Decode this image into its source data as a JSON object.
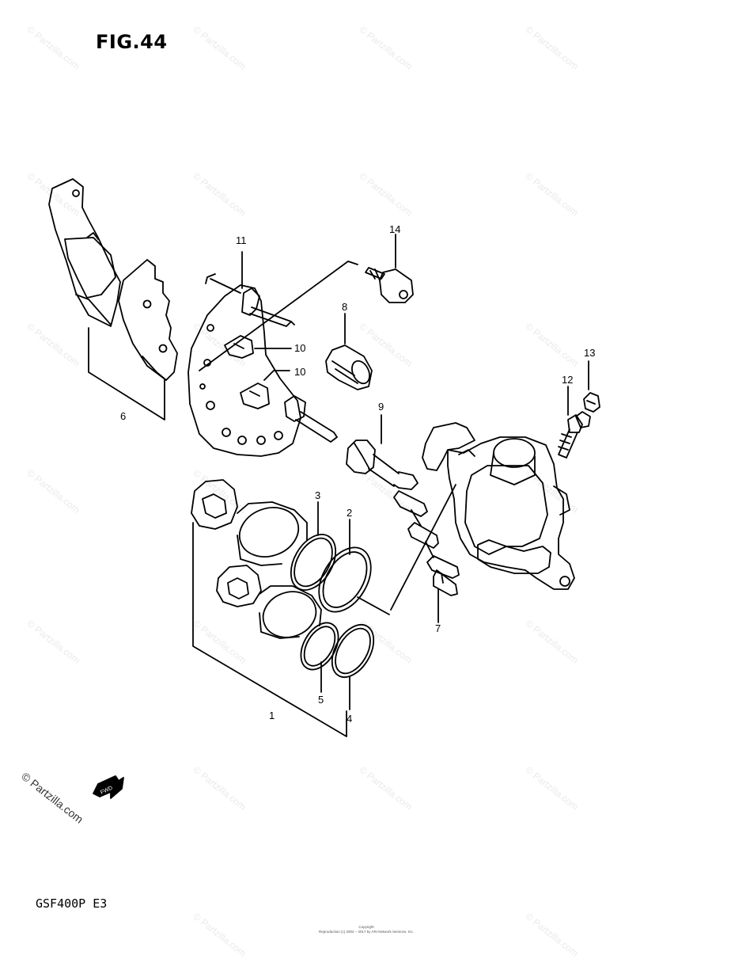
{
  "figure": {
    "title": "FIG.44",
    "model": "GSF400P  E3"
  },
  "logo": {
    "text": "© Partzilla.com",
    "icon": "fwd-arrow-icon",
    "arrow_label": "FWD"
  },
  "watermark": {
    "text": "© Partzilla.com"
  },
  "copyright": {
    "line1": "Copyright",
    "line2": "Reproduction (c) 2004 – 2017 by ARI Network Services, Inc."
  },
  "callouts": [
    {
      "number": "1",
      "part": "caliper-piston"
    },
    {
      "number": "2",
      "part": "seal-large"
    },
    {
      "number": "3",
      "part": "seal-large"
    },
    {
      "number": "4",
      "part": "seal-small"
    },
    {
      "number": "5",
      "part": "seal-small"
    },
    {
      "number": "6",
      "part": "brake-pad-set"
    },
    {
      "number": "7",
      "part": "pad-spring"
    },
    {
      "number": "8",
      "part": "boot"
    },
    {
      "number": "9",
      "part": "sleeve-pin"
    },
    {
      "number": "10",
      "part": "clip"
    },
    {
      "number": "10",
      "part": "clip"
    },
    {
      "number": "11",
      "part": "caliper-holder"
    },
    {
      "number": "12",
      "part": "bleeder-valve"
    },
    {
      "number": "13",
      "part": "bleeder-cap"
    },
    {
      "number": "14",
      "part": "mounting-bolt"
    }
  ]
}
